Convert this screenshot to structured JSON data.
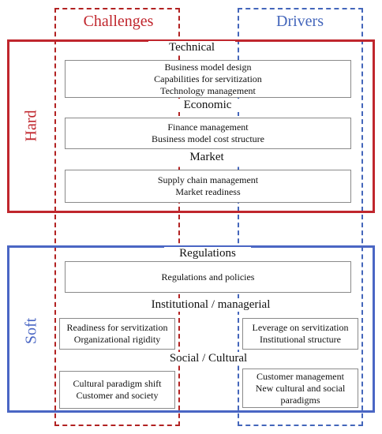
{
  "columns": {
    "challenges": "Challenges",
    "drivers": "Drivers"
  },
  "categories": {
    "hard": "Hard",
    "soft": "Soft"
  },
  "colors": {
    "red": "#c0262d",
    "blue": "#4a66c4"
  },
  "hard": {
    "technical": {
      "title": "Technical",
      "items": [
        "Business model design",
        "Capabilities for servitization",
        "Technology management"
      ]
    },
    "economic": {
      "title": "Economic",
      "items": [
        "Finance management",
        "Business model cost structure"
      ]
    },
    "market": {
      "title": "Market",
      "items": [
        "Supply chain management",
        "Market readiness"
      ]
    }
  },
  "soft": {
    "regulations": {
      "title": "Regulations",
      "items": [
        "Regulations and policies"
      ]
    },
    "institutional": {
      "title": "Institutional / managerial",
      "challenges": [
        "Readiness for servitization",
        "Organizational rigidity"
      ],
      "drivers": [
        "Leverage on servitization",
        "Institutional structure"
      ]
    },
    "social": {
      "title": "Social / Cultural",
      "challenges": [
        "Cultural paradigm shift",
        "Customer and society"
      ],
      "drivers": [
        "Customer management",
        "New cultural and social",
        "paradigms"
      ]
    }
  }
}
